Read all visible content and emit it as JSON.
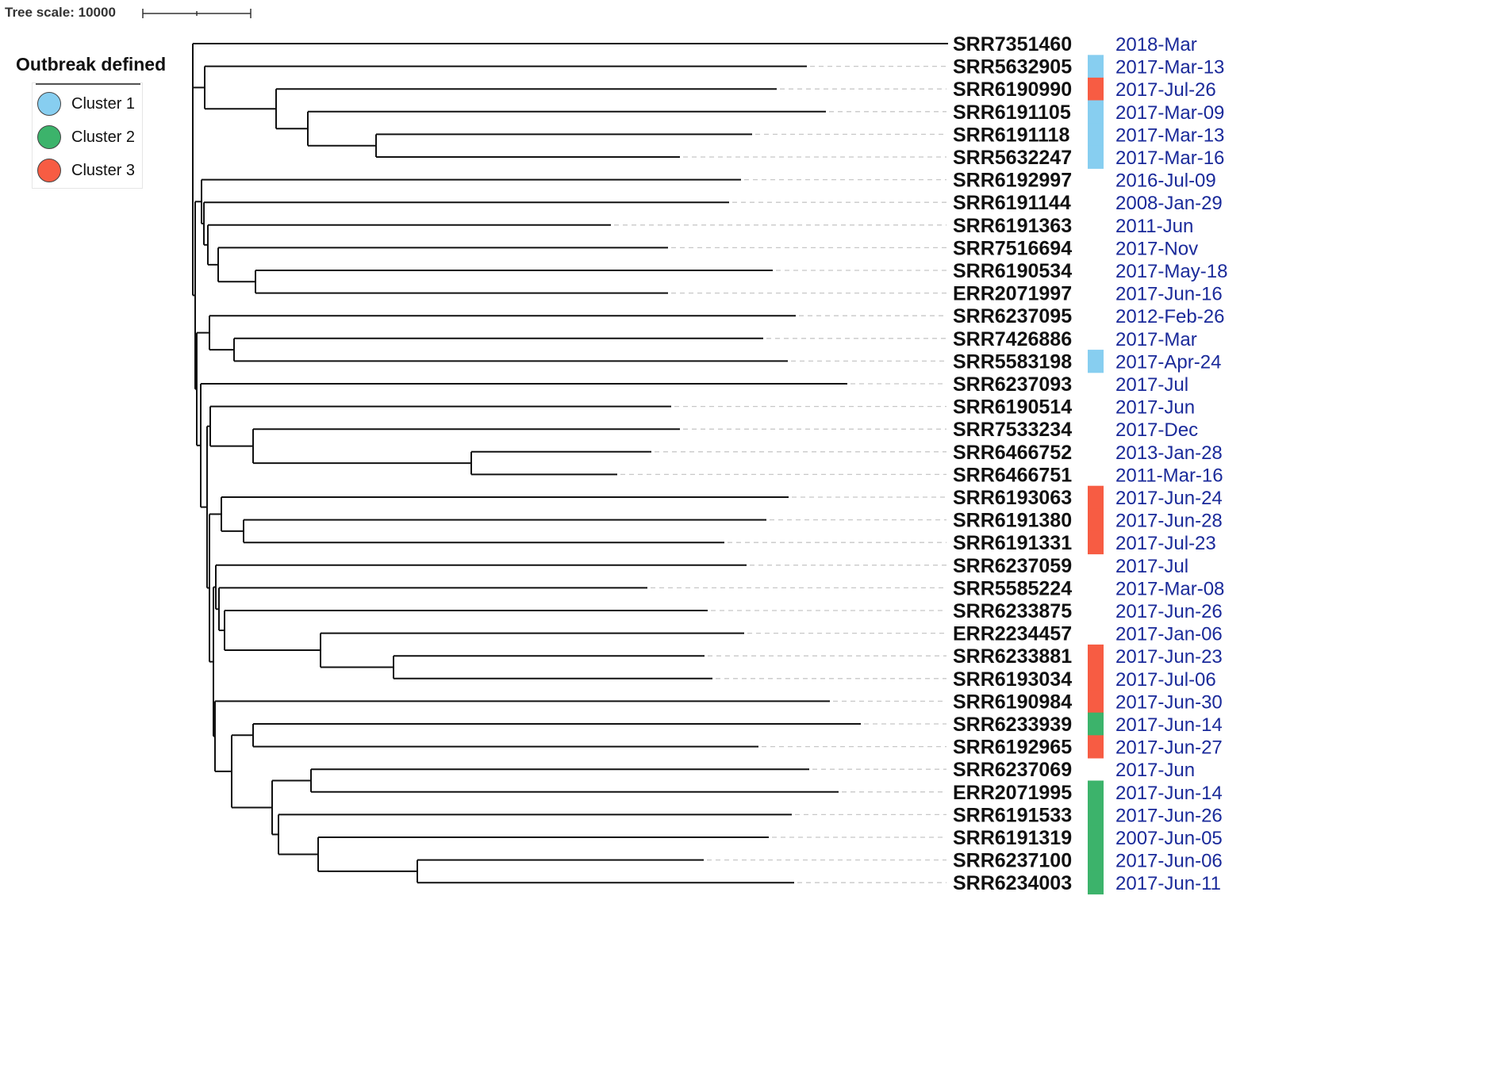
{
  "tree_scale": {
    "label": "Tree scale: 10000"
  },
  "legend": {
    "title": "Outbreak defined",
    "items": [
      {
        "label": "Cluster 1",
        "color": "#87cef0"
      },
      {
        "label": "Cluster 2",
        "color": "#3cb36b"
      },
      {
        "label": "Cluster 3",
        "color": "#f75c43"
      }
    ]
  },
  "leaves": [
    {
      "id": "SRR7351460",
      "date": "2018-Mar",
      "cluster": 0
    },
    {
      "id": "SRR5632905",
      "date": "2017-Mar-13",
      "cluster": 1
    },
    {
      "id": "SRR6190990",
      "date": "2017-Jul-26",
      "cluster": 3
    },
    {
      "id": "SRR6191105",
      "date": "2017-Mar-09",
      "cluster": 1
    },
    {
      "id": "SRR6191118",
      "date": "2017-Mar-13",
      "cluster": 1
    },
    {
      "id": "SRR5632247",
      "date": "2017-Mar-16",
      "cluster": 1
    },
    {
      "id": "SRR6192997",
      "date": "2016-Jul-09",
      "cluster": 0
    },
    {
      "id": "SRR6191144",
      "date": "2008-Jan-29",
      "cluster": 0
    },
    {
      "id": "SRR6191363",
      "date": "2011-Jun",
      "cluster": 0
    },
    {
      "id": "SRR7516694",
      "date": "2017-Nov",
      "cluster": 0
    },
    {
      "id": "SRR6190534",
      "date": "2017-May-18",
      "cluster": 0
    },
    {
      "id": "ERR2071997",
      "date": "2017-Jun-16",
      "cluster": 0
    },
    {
      "id": "SRR6237095",
      "date": "2012-Feb-26",
      "cluster": 0
    },
    {
      "id": "SRR7426886",
      "date": "2017-Mar",
      "cluster": 0
    },
    {
      "id": "SRR5583198",
      "date": "2017-Apr-24",
      "cluster": 1
    },
    {
      "id": "SRR6237093",
      "date": "2017-Jul",
      "cluster": 0
    },
    {
      "id": "SRR6190514",
      "date": "2017-Jun",
      "cluster": 0
    },
    {
      "id": "SRR7533234",
      "date": "2017-Dec",
      "cluster": 0
    },
    {
      "id": "SRR6466752",
      "date": "2013-Jan-28",
      "cluster": 0
    },
    {
      "id": "SRR6466751",
      "date": "2011-Mar-16",
      "cluster": 0
    },
    {
      "id": "SRR6193063",
      "date": "2017-Jun-24",
      "cluster": 3
    },
    {
      "id": "SRR6191380",
      "date": "2017-Jun-28",
      "cluster": 3
    },
    {
      "id": "SRR6191331",
      "date": "2017-Jul-23",
      "cluster": 3
    },
    {
      "id": "SRR6237059",
      "date": "2017-Jul",
      "cluster": 0
    },
    {
      "id": "SRR5585224",
      "date": "2017-Mar-08",
      "cluster": 0
    },
    {
      "id": "SRR6233875",
      "date": "2017-Jun-26",
      "cluster": 0
    },
    {
      "id": "ERR2234457",
      "date": "2017-Jan-06",
      "cluster": 0
    },
    {
      "id": "SRR6233881",
      "date": "2017-Jun-23",
      "cluster": 3
    },
    {
      "id": "SRR6193034",
      "date": "2017-Jul-06",
      "cluster": 3
    },
    {
      "id": "SRR6190984",
      "date": "2017-Jun-30",
      "cluster": 3
    },
    {
      "id": "SRR6233939",
      "date": "2017-Jun-14",
      "cluster": 2
    },
    {
      "id": "SRR6192965",
      "date": "2017-Jun-27",
      "cluster": 3
    },
    {
      "id": "SRR6237069",
      "date": "2017-Jun",
      "cluster": 0
    },
    {
      "id": "ERR2071995",
      "date": "2017-Jun-14",
      "cluster": 2
    },
    {
      "id": "SRR6191533",
      "date": "2017-Jun-26",
      "cluster": 2
    },
    {
      "id": "SRR6191319",
      "date": "2007-Jun-05",
      "cluster": 2
    },
    {
      "id": "SRR6237100",
      "date": "2017-Jun-06",
      "cluster": 2
    },
    {
      "id": "SRR6234003",
      "date": "2017-Jun-11",
      "cluster": 2
    }
  ]
}
